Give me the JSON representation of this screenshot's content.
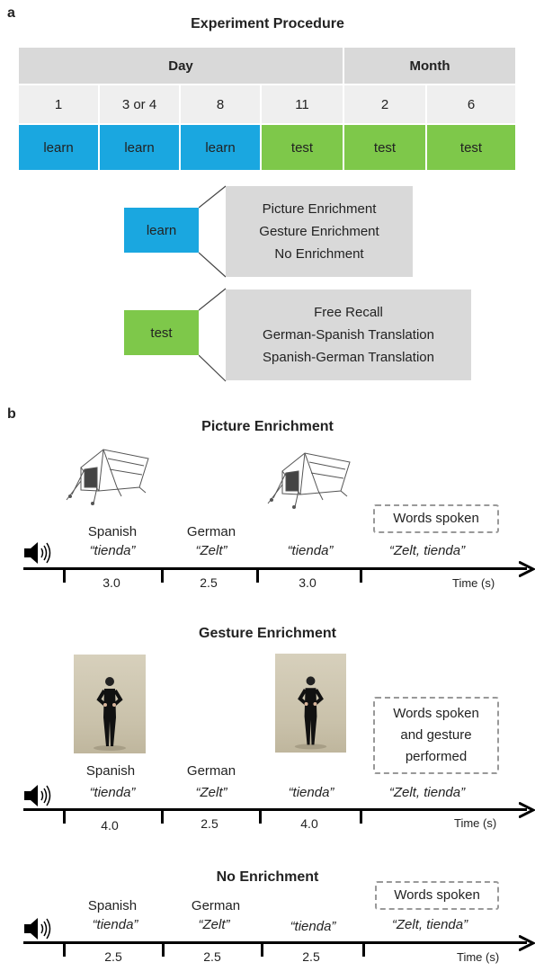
{
  "panel_a": {
    "letter": "a",
    "title": "Experiment Procedure",
    "header": {
      "day": "Day",
      "month": "Month"
    },
    "timepoints": [
      "1",
      "3 or 4",
      "8",
      "11",
      "2",
      "6"
    ],
    "phases": [
      "learn",
      "learn",
      "learn",
      "test",
      "test",
      "test"
    ],
    "legend": {
      "learn_label": "learn",
      "learn_items": [
        "Picture Enrichment",
        "Gesture Enrichment",
        "No Enrichment"
      ],
      "test_label": "test",
      "test_items": [
        "Free Recall",
        "German-Spanish Translation",
        "Spanish-German Translation"
      ]
    },
    "colors": {
      "learn": "#1aa7e0",
      "test": "#7ec84a",
      "header": "#d9d9d9",
      "box": "#d9d9d9"
    }
  },
  "panel_b": {
    "letter": "b",
    "conditions": [
      {
        "title": "Picture Enrichment",
        "lang1": "Spanish",
        "word1": "“tienda”",
        "lang2": "German",
        "word2": "“Zelt”",
        "word3": "“tienda”",
        "word4": "“Zelt, tienda”",
        "box": [
          "Words spoken"
        ],
        "durations": [
          "3.0",
          "2.5",
          "3.0"
        ],
        "time_label": "Time (s)"
      },
      {
        "title": "Gesture Enrichment",
        "lang1": "Spanish",
        "word1": "“tienda”",
        "lang2": "German",
        "word2": "“Zelt”",
        "word3": "“tienda”",
        "word4": "“Zelt, tienda”",
        "box": [
          "Words spoken",
          "and gesture",
          "performed"
        ],
        "durations": [
          "4.0",
          "2.5",
          "4.0"
        ],
        "time_label": "Time (s)"
      },
      {
        "title": "No Enrichment",
        "lang1": "Spanish",
        "word1": "“tienda”",
        "lang2": "German",
        "word2": "“Zelt”",
        "word3": "“tienda”",
        "word4": "“Zelt, tienda”",
        "box": [
          "Words spoken"
        ],
        "durations": [
          "2.5",
          "2.5",
          "2.5"
        ],
        "time_label": "Time (s)"
      }
    ],
    "icons": [
      "speaker-icon",
      "tent-icon",
      "gesture-photo"
    ]
  }
}
